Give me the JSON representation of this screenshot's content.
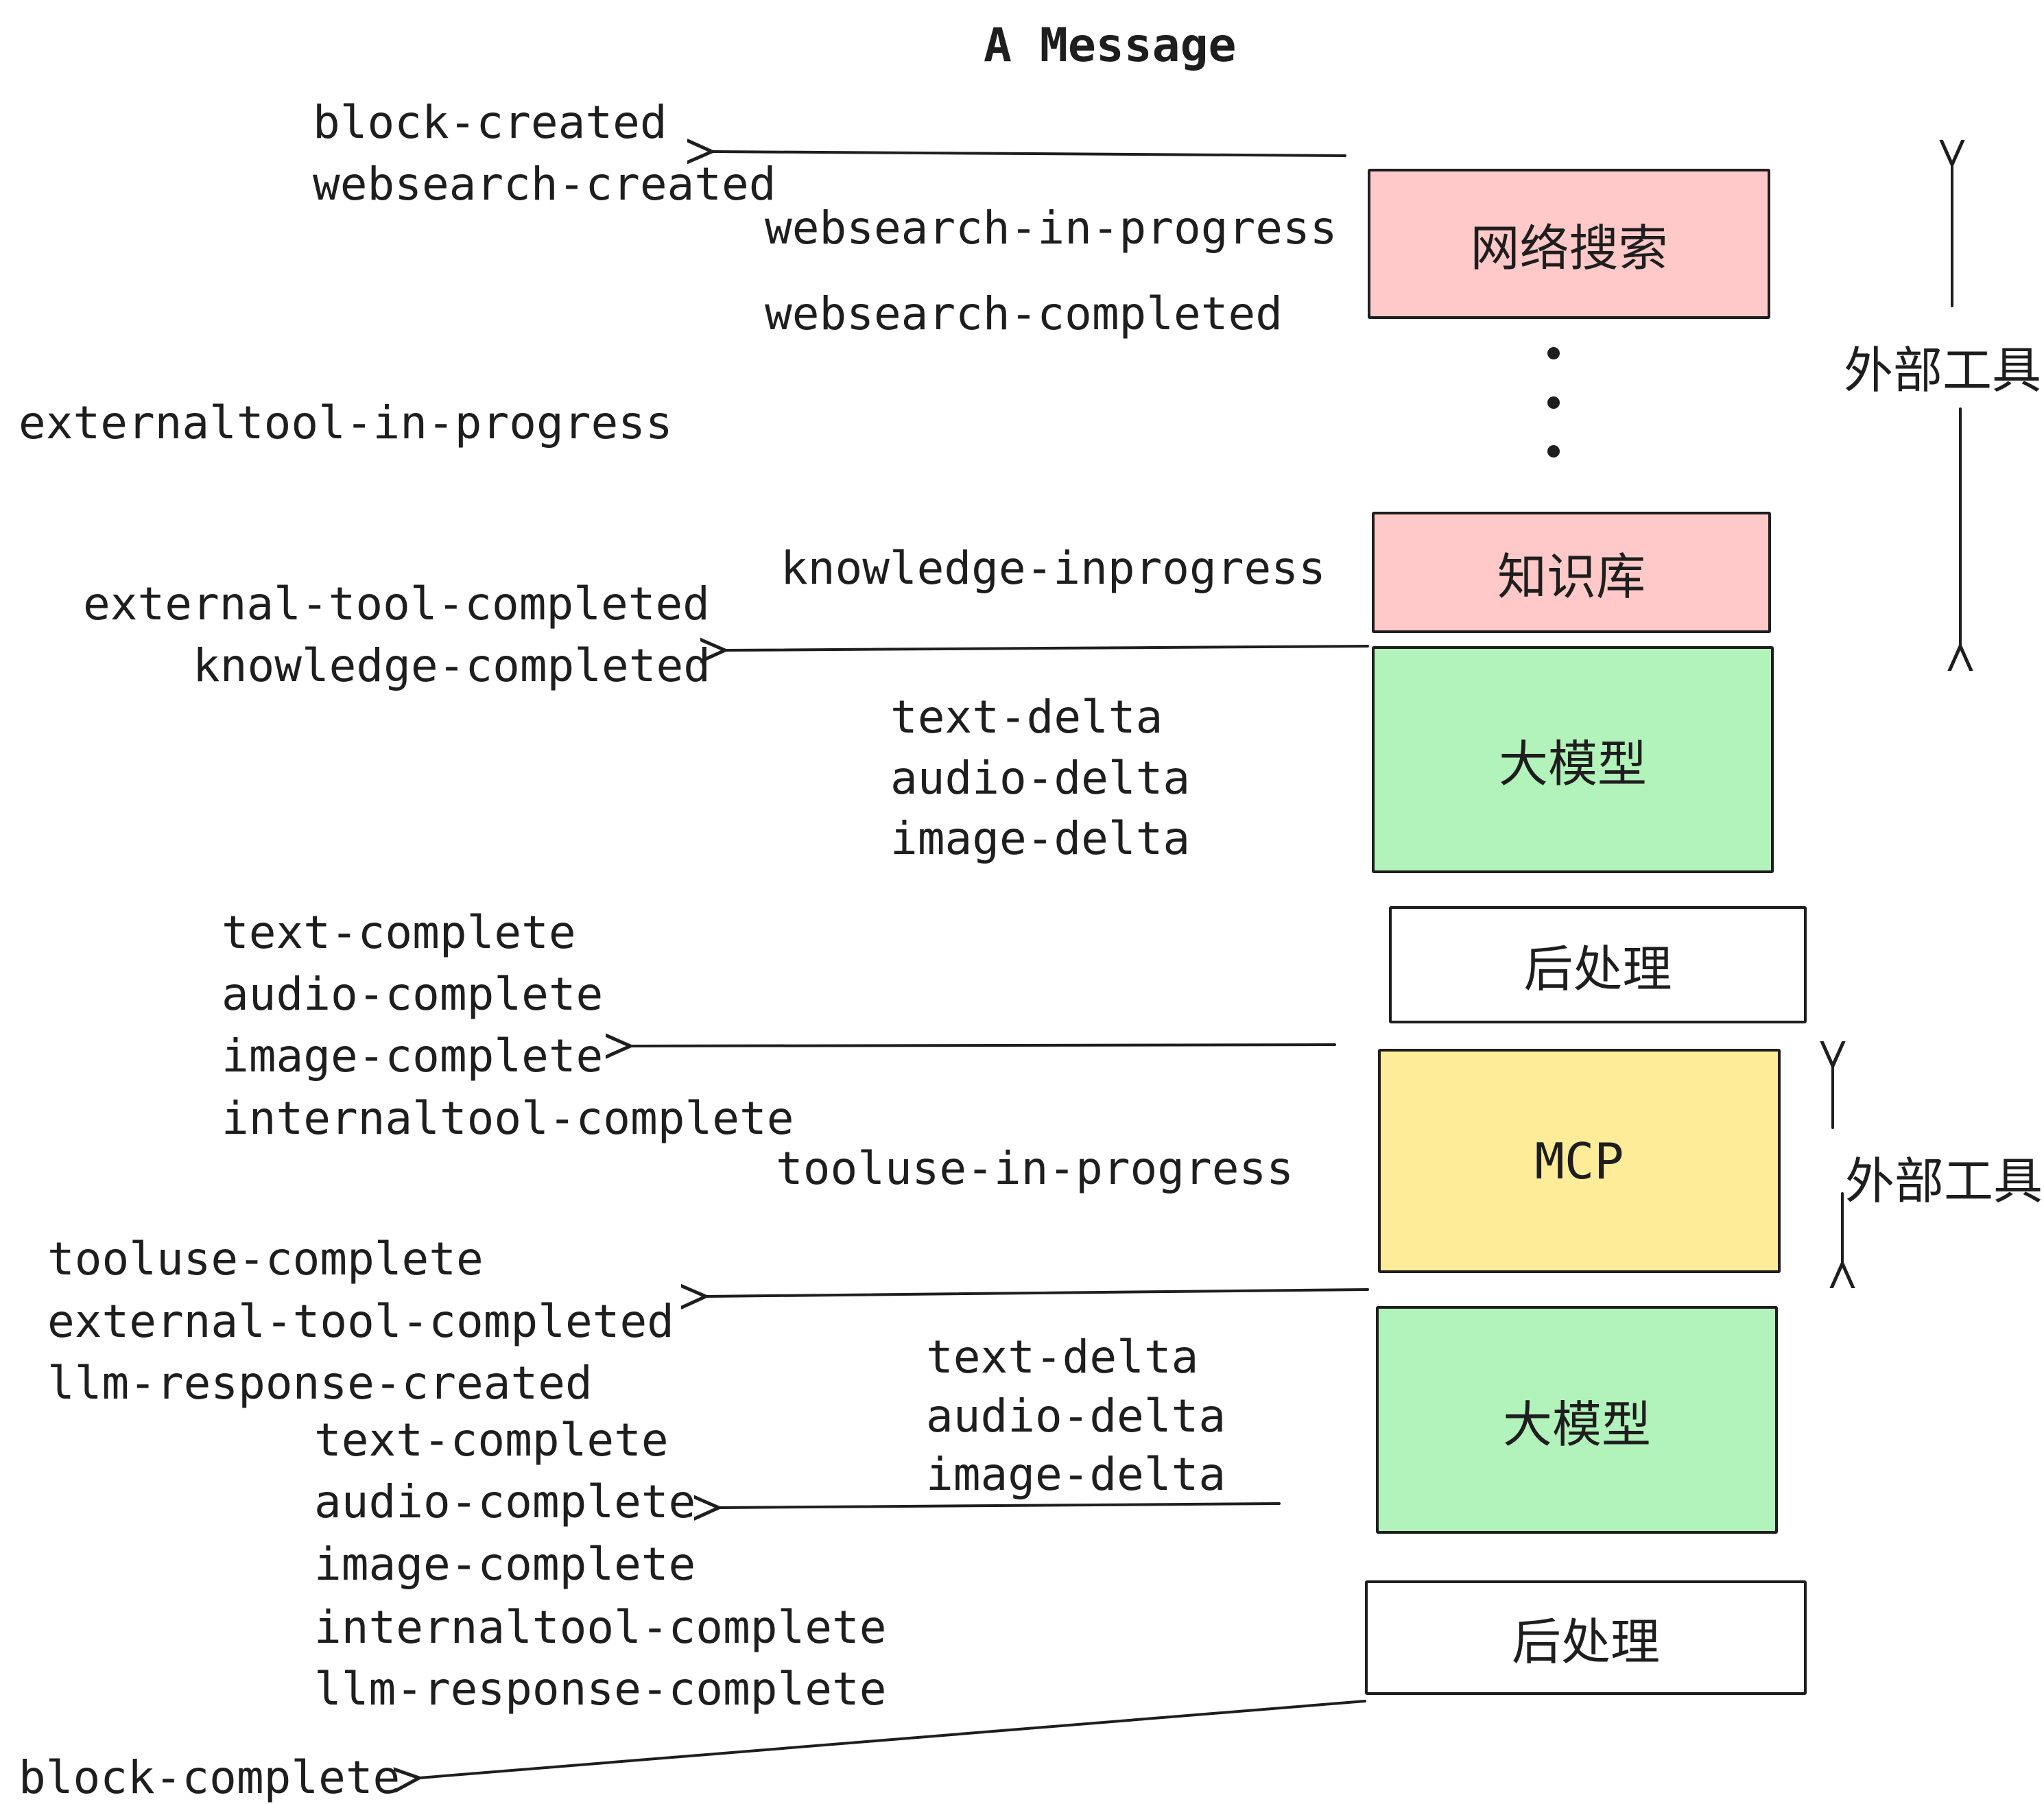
{
  "title": "A Message",
  "colors": {
    "pink": "#ffc9c9",
    "green": "#b2f2bb",
    "yellow": "#ffec99",
    "white": "#ffffff",
    "ink": "#1e1e1e"
  },
  "boxes": [
    {
      "label": "网络搜索",
      "color": "pink"
    },
    {
      "label": "知识库",
      "color": "pink"
    },
    {
      "label": "大模型",
      "color": "green"
    },
    {
      "label": "后处理",
      "color": "white"
    },
    {
      "label": "MCP",
      "color": "yellow"
    },
    {
      "label": "大模型",
      "color": "green"
    },
    {
      "label": "后处理",
      "color": "white"
    }
  ],
  "side_labels": [
    "外部工具",
    "外部工具"
  ],
  "events": [
    "block-created",
    "websearch-created",
    "websearch-in-progress",
    "websearch-completed",
    "externaltool-in-progress",
    "knowledge-inprogress",
    "external-tool-completed",
    "knowledge-completed",
    "text-delta",
    "audio-delta",
    "image-delta",
    "text-complete",
    "audio-complete",
    "image-complete",
    "internaltool-complete",
    "tooluse-in-progress",
    "tooluse-complete",
    "external-tool-completed",
    "llm-response-created",
    "text-delta",
    "audio-delta",
    "image-delta",
    "text-complete",
    "audio-complete",
    "image-complete",
    "internaltool-complete",
    "llm-response-complete",
    "block-complete"
  ]
}
